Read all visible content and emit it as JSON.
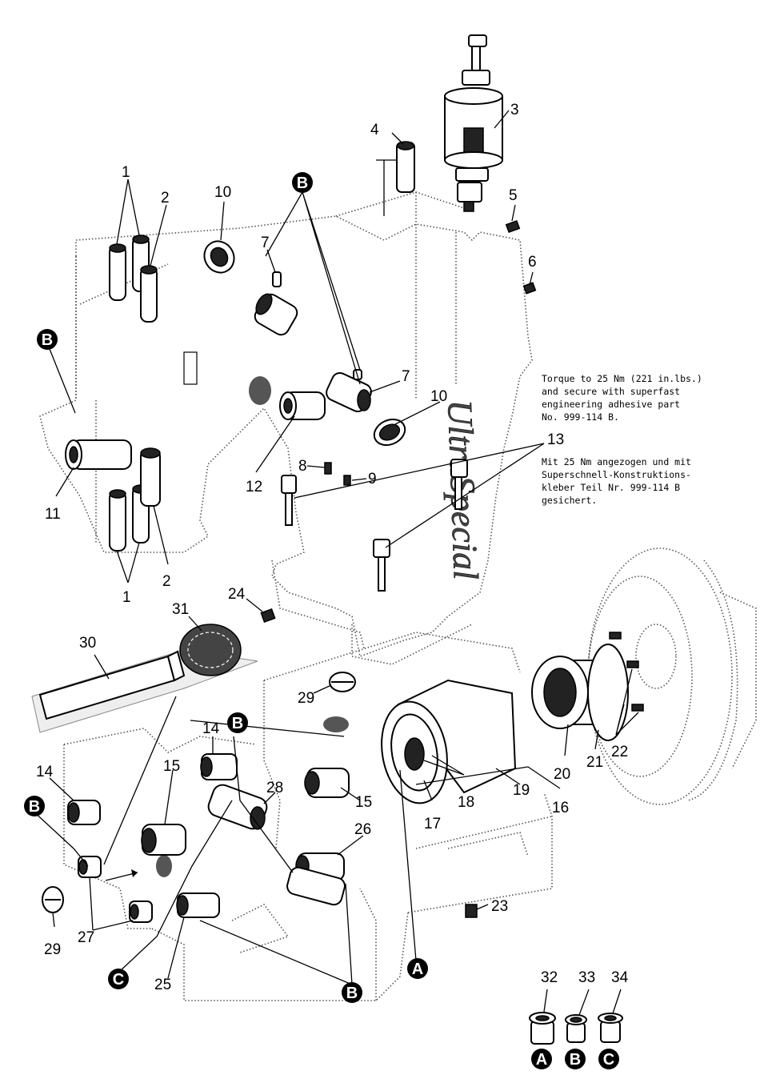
{
  "note": {
    "en": "Torque to 25 Nm (221 in.lbs.)\nand secure with superfast\nengineering adhesive part\nNo. 999-114 B.",
    "de": "Mit 25 Nm angezogen und mit\nSuperschnell-Konstruktions-\nkleber Teil Nr. 999-114 B\ngesichert."
  },
  "brand_script": "UltraSpecial",
  "part_numbers": [
    "1",
    "2",
    "3",
    "4",
    "5",
    "6",
    "7",
    "8",
    "9",
    "10",
    "11",
    "12",
    "13",
    "14",
    "15",
    "16",
    "17",
    "18",
    "19",
    "20",
    "21",
    "22",
    "23",
    "24",
    "25",
    "26",
    "27",
    "28",
    "29",
    "30",
    "31",
    "32",
    "33",
    "34"
  ],
  "callout_letters": [
    "A",
    "B",
    "C"
  ]
}
